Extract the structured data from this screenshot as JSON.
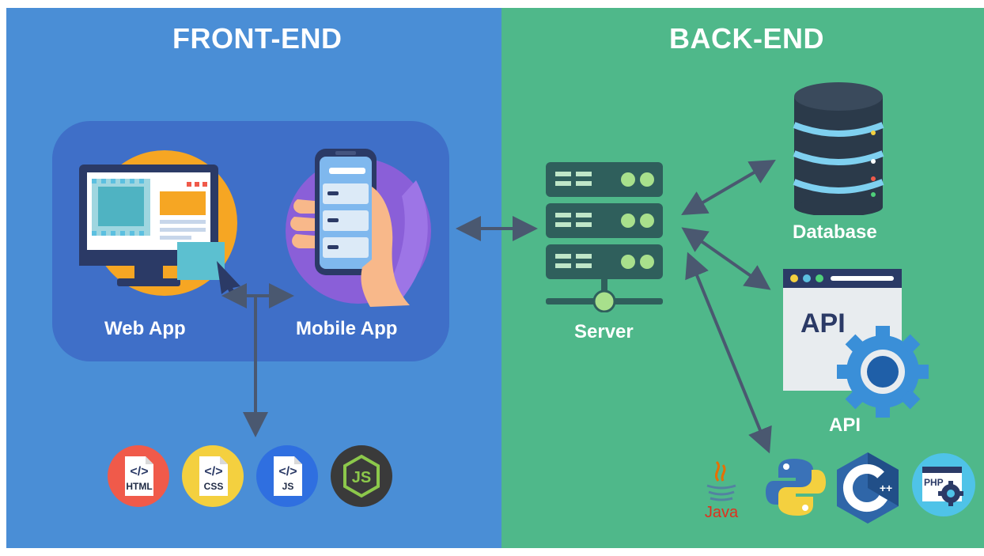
{
  "front_end": {
    "title": "FRONT-END",
    "items": [
      {
        "label": "Web App",
        "icon": "monitor-icon"
      },
      {
        "label": "Mobile App",
        "icon": "phone-in-hand-icon"
      }
    ],
    "technologies": [
      {
        "name": "HTML",
        "icon": "html-file-icon",
        "color": "#f05a4a"
      },
      {
        "name": "CSS",
        "icon": "css-file-icon",
        "color": "#f4d03f"
      },
      {
        "name": "JS",
        "icon": "js-file-icon",
        "color": "#2f6fe0"
      },
      {
        "name": "nodejs",
        "icon": "nodejs-icon",
        "color": "#3a3a3a"
      }
    ]
  },
  "back_end": {
    "title": "BACK-END",
    "server": {
      "label": "Server",
      "icon": "server-rack-icon"
    },
    "database": {
      "label": "Database",
      "icon": "database-icon"
    },
    "api": {
      "label": "API",
      "window_text": "API",
      "icon": "api-window-gear-icon"
    },
    "technologies": [
      {
        "name": "Java",
        "icon": "java-icon"
      },
      {
        "name": "python",
        "icon": "python-icon"
      },
      {
        "name": "C++",
        "icon": "cpp-icon"
      },
      {
        "name": "PHP",
        "icon": "php-icon"
      }
    ]
  },
  "colors": {
    "front_bg": "#4a8ed6",
    "back_bg": "#4fb88a",
    "box_bg": "#3f6fc8",
    "arrow": "#4a5870",
    "server_dark": "#2f5f5c",
    "server_light": "#a8e08c"
  }
}
